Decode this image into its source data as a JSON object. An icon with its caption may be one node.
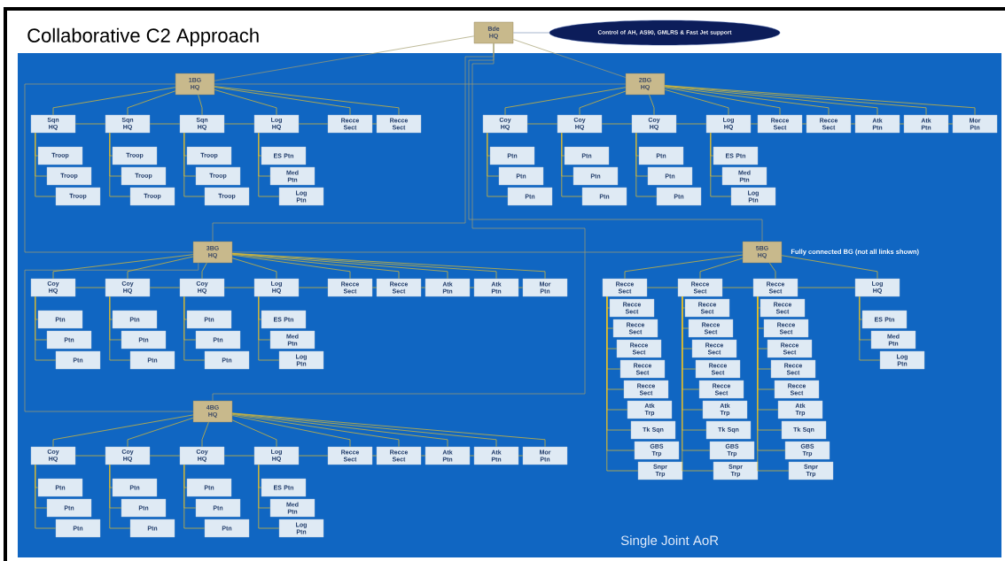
{
  "diagram": {
    "title": "Collaborative C2 Approach",
    "nodes": [
      {
        "text": [
          "Bde HQ"
        ]
      },
      {
        "text": [
          "Control of AH, AS90, GMLRS & Fast Jet support"
        ]
      },
      {
        "text": [
          "Single Joint AoR"
        ]
      },
      {
        "text": [
          "1BG HQ"
        ],
        "in": 2
      },
      {
        "text": [
          "Sqn HQ"
        ],
        "in": 2
      },
      {
        "text": [
          "Troop"
        ],
        "in": 2
      },
      {
        "text": [
          "Troop"
        ],
        "in": 2
      },
      {
        "text": [
          "Troop"
        ],
        "in": 2
      },
      {
        "text": [
          "Sqn HQ"
        ],
        "in": 2
      },
      {
        "text": [
          "Troop"
        ],
        "in": 2
      },
      {
        "text": [
          "Troop"
        ],
        "in": 2
      },
      {
        "text": [
          "Troop"
        ],
        "in": 2
      },
      {
        "text": [
          "Sqn HQ"
        ],
        "in": 2
      },
      {
        "text": [
          "Troop"
        ],
        "in": 2
      },
      {
        "text": [
          "Troop"
        ],
        "in": 2
      },
      {
        "text": [
          "Troop"
        ],
        "in": 2
      },
      {
        "text": [
          "Log HQ"
        ],
        "in": 2
      },
      {
        "text": [
          "ES Ptn"
        ],
        "in": 2
      },
      {
        "text": [
          "Med Ptn"
        ],
        "in": 2
      },
      {
        "text": [
          "Log Ptn"
        ],
        "in": 2
      },
      {
        "text": [
          "Recce Sect"
        ],
        "in": 2
      },
      {
        "text": [
          "Recce Sect"
        ],
        "in": 2
      },
      {
        "text": [
          "2BG HQ"
        ],
        "in": 2
      },
      {
        "text": [
          "Coy HQ"
        ],
        "in": 2
      },
      {
        "text": [
          "Ptn"
        ],
        "in": 2
      },
      {
        "text": [
          "Ptn"
        ],
        "in": 2
      },
      {
        "text": [
          "Ptn"
        ],
        "in": 2
      },
      {
        "text": [
          "Coy HQ"
        ],
        "in": 2
      },
      {
        "text": [
          "Ptn"
        ],
        "in": 2
      },
      {
        "text": [
          "Ptn"
        ],
        "in": 2
      },
      {
        "text": [
          "Ptn"
        ],
        "in": 2
      },
      {
        "text": [
          "Coy HQ"
        ],
        "in": 2
      },
      {
        "text": [
          "Ptn"
        ],
        "in": 2
      },
      {
        "text": [
          "Ptn"
        ],
        "in": 2
      },
      {
        "text": [
          "Ptn"
        ],
        "in": 2
      },
      {
        "text": [
          "Log HQ"
        ],
        "in": 2
      },
      {
        "text": [
          "ES Ptn"
        ],
        "in": 2
      },
      {
        "text": [
          "Med Ptn"
        ],
        "in": 2
      },
      {
        "text": [
          "Log Ptn"
        ],
        "in": 2
      },
      {
        "text": [
          "Recce Sect"
        ],
        "in": 2
      },
      {
        "text": [
          "Recce Sect"
        ],
        "in": 2
      },
      {
        "text": [
          "Atk Ptn"
        ],
        "in": 2
      },
      {
        "text": [
          "Atk Ptn"
        ],
        "in": 2
      },
      {
        "text": [
          "Mor Ptn"
        ],
        "in": 2
      },
      {
        "text": [
          "3BG HQ"
        ],
        "in": 2
      },
      {
        "text": [
          "Coy HQ"
        ],
        "in": 2
      },
      {
        "text": [
          "Ptn"
        ],
        "in": 2
      },
      {
        "text": [
          "Ptn"
        ],
        "in": 2
      },
      {
        "text": [
          "Ptn"
        ],
        "in": 2
      },
      {
        "text": [
          "Coy HQ"
        ],
        "in": 2
      },
      {
        "text": [
          "Ptn"
        ],
        "in": 2
      },
      {
        "text": [
          "Ptn"
        ],
        "in": 2
      },
      {
        "text": [
          "Ptn"
        ],
        "in": 2
      },
      {
        "text": [
          "Coy HQ"
        ],
        "in": 2
      },
      {
        "text": [
          "Ptn"
        ],
        "in": 2
      },
      {
        "text": [
          "Ptn"
        ],
        "in": 2
      },
      {
        "text": [
          "Ptn"
        ],
        "in": 2
      },
      {
        "text": [
          "Log HQ"
        ],
        "in": 2
      },
      {
        "text": [
          "ES Ptn"
        ],
        "in": 2
      },
      {
        "text": [
          "Med Ptn"
        ],
        "in": 2
      },
      {
        "text": [
          "Log Ptn"
        ],
        "in": 2
      },
      {
        "text": [
          "Recce Sect"
        ],
        "in": 2
      },
      {
        "text": [
          "Recce Sect"
        ],
        "in": 2
      },
      {
        "text": [
          "Atk Ptn"
        ],
        "in": 2
      },
      {
        "text": [
          "Atk Ptn"
        ],
        "in": 2
      },
      {
        "text": [
          "Mor Ptn"
        ],
        "in": 2
      },
      {
        "text": [
          "4BG HQ"
        ],
        "in": 2
      },
      {
        "text": [
          "Coy HQ"
        ],
        "in": 2
      },
      {
        "text": [
          "Ptn"
        ],
        "in": 2
      },
      {
        "text": [
          "Ptn"
        ],
        "in": 2
      },
      {
        "text": [
          "Ptn"
        ],
        "in": 2
      },
      {
        "text": [
          "Coy HQ"
        ],
        "in": 2
      },
      {
        "text": [
          "Ptn"
        ],
        "in": 2
      },
      {
        "text": [
          "Ptn"
        ],
        "in": 2
      },
      {
        "text": [
          "Ptn"
        ],
        "in": 2
      },
      {
        "text": [
          "Coy HQ"
        ],
        "in": 2
      },
      {
        "text": [
          "Ptn"
        ],
        "in": 2
      },
      {
        "text": [
          "Ptn"
        ],
        "in": 2
      },
      {
        "text": [
          "Ptn"
        ],
        "in": 2
      },
      {
        "text": [
          "Log HQ"
        ],
        "in": 2
      },
      {
        "text": [
          "ES Ptn"
        ],
        "in": 2
      },
      {
        "text": [
          "Med Ptn"
        ],
        "in": 2
      },
      {
        "text": [
          "Log Ptn"
        ],
        "in": 2
      },
      {
        "text": [
          "Recce Sect"
        ],
        "in": 2
      },
      {
        "text": [
          "Recce Sect"
        ],
        "in": 2
      },
      {
        "text": [
          "Atk Ptn"
        ],
        "in": 2
      },
      {
        "text": [
          "Atk Ptn"
        ],
        "in": 2
      },
      {
        "text": [
          "Mor Ptn"
        ],
        "in": 2
      },
      {
        "text": [
          "5BG HQ"
        ],
        "in": 2,
        "beside": [
          "Fully connected BG (not all links shown)"
        ]
      },
      {
        "text": [
          "Recce Sect"
        ],
        "in": 2
      },
      {
        "text": [
          "Recce Sect"
        ],
        "in": 2
      },
      {
        "text": [
          "Recce Sect"
        ],
        "in": 2
      },
      {
        "text": [
          "Recce Sect"
        ],
        "in": 2
      },
      {
        "text": [
          "Recce Sect"
        ],
        "in": 2
      },
      {
        "text": [
          "Recce Sect"
        ],
        "in": 2
      },
      {
        "text": [
          "Atk Trp"
        ],
        "in": 2
      },
      {
        "text": [
          "Tk Sqn"
        ],
        "in": 2
      },
      {
        "text": [
          "GBS Trp"
        ],
        "in": 2
      },
      {
        "text": [
          "Snpr Trp"
        ],
        "in": 2
      },
      {
        "text": [
          "Recce Sect"
        ],
        "in": 2
      },
      {
        "text": [
          "Recce Sect"
        ],
        "in": 2
      },
      {
        "text": [
          "Recce Sect"
        ],
        "in": 2
      },
      {
        "text": [
          "Recce Sect"
        ],
        "in": 2
      },
      {
        "text": [
          "Recce Sect"
        ],
        "in": 2
      },
      {
        "text": [
          "Recce Sect"
        ],
        "in": 2
      },
      {
        "text": [
          "Atk Trp"
        ],
        "in": 2
      },
      {
        "text": [
          "Tk Sqn"
        ],
        "in": 2
      },
      {
        "text": [
          "GBS Trp"
        ],
        "in": 2
      },
      {
        "text": [
          "Snpr Trp"
        ],
        "in": 2
      },
      {
        "text": [
          "Recce Sect"
        ],
        "in": 2
      },
      {
        "text": [
          "Recce Sect"
        ],
        "in": 2
      },
      {
        "text": [
          "Recce Sect"
        ],
        "in": 2
      },
      {
        "text": [
          "Recce Sect"
        ],
        "in": 2
      },
      {
        "text": [
          "Recce Sect"
        ],
        "in": 2
      },
      {
        "text": [
          "Recce Sect"
        ],
        "in": 2
      },
      {
        "text": [
          "Atk Trp"
        ],
        "in": 2
      },
      {
        "text": [
          "Tk Sqn"
        ],
        "in": 2
      },
      {
        "text": [
          "GBS Trp"
        ],
        "in": 2
      },
      {
        "text": [
          "Snpr Trp"
        ],
        "in": 2
      },
      {
        "text": [
          "Log HQ"
        ],
        "in": 2
      },
      {
        "text": [
          "ES Ptn"
        ],
        "in": 2
      },
      {
        "text": [
          "Med Ptn"
        ],
        "in": 2
      },
      {
        "text": [
          "Log Ptn"
        ],
        "in": 2
      }
    ],
    "edges": [
      {
        "from": 0,
        "to": 1,
        "arrow": "none",
        "color": "#7f95b8"
      },
      {
        "from": 0,
        "to": 3,
        "arrow": "none",
        "color": "#a39e6e"
      },
      {
        "from": 0,
        "to": 22,
        "arrow": "none",
        "color": "#a39e6e"
      },
      {
        "from": 0,
        "to": 44,
        "arrow": "none",
        "color": "#a39e6e"
      },
      {
        "from": 0,
        "to": 88,
        "arrow": "none",
        "color": "#a39e6e"
      },
      {
        "from": 0,
        "to": 66,
        "arrow": "none",
        "color": "#a39e6e"
      },
      {
        "from": 3,
        "to": 22,
        "arrow": "none",
        "color": "#a39e6e"
      },
      {
        "from": 44,
        "to": 88,
        "arrow": "none",
        "color": "#a39e6e"
      },
      {
        "from": 3,
        "to": 44,
        "arrow": "none",
        "color": "#a39e6e"
      },
      {
        "from": 44,
        "to": 66,
        "arrow": "none",
        "color": "#a39e6e"
      },
      {
        "from": 3,
        "to": 4,
        "arrow": "none"
      },
      {
        "from": 3,
        "to": 8,
        "arrow": "none"
      },
      {
        "from": 3,
        "to": 12,
        "arrow": "none"
      },
      {
        "from": 3,
        "to": 16,
        "arrow": "none"
      },
      {
        "from": 3,
        "to": 20,
        "arrow": "none"
      },
      {
        "from": 3,
        "to": 21,
        "arrow": "none"
      },
      {
        "from": 4,
        "to": 8,
        "arrow": "none"
      },
      {
        "from": 8,
        "to": 12,
        "arrow": "none"
      },
      {
        "from": 12,
        "to": 16,
        "arrow": "none"
      },
      {
        "from": 16,
        "to": 20,
        "arrow": "none"
      },
      {
        "from": 20,
        "to": 21,
        "arrow": "none"
      },
      {
        "from": 4,
        "to": 5,
        "arrow": "none"
      },
      {
        "from": 4,
        "to": 6,
        "arrow": "none"
      },
      {
        "from": 4,
        "to": 7,
        "arrow": "none"
      },
      {
        "from": 8,
        "to": 9,
        "arrow": "none"
      },
      {
        "from": 8,
        "to": 10,
        "arrow": "none"
      },
      {
        "from": 8,
        "to": 11,
        "arrow": "none"
      },
      {
        "from": 12,
        "to": 13,
        "arrow": "none"
      },
      {
        "from": 12,
        "to": 14,
        "arrow": "none"
      },
      {
        "from": 12,
        "to": 15,
        "arrow": "none"
      },
      {
        "from": 16,
        "to": 17,
        "arrow": "none"
      },
      {
        "from": 16,
        "to": 18,
        "arrow": "none"
      },
      {
        "from": 16,
        "to": 19,
        "arrow": "none"
      },
      {
        "from": 22,
        "to": 23,
        "arrow": "none"
      },
      {
        "from": 22,
        "to": 27,
        "arrow": "none"
      },
      {
        "from": 22,
        "to": 31,
        "arrow": "none"
      },
      {
        "from": 22,
        "to": 35,
        "arrow": "none"
      },
      {
        "from": 22,
        "to": 39,
        "arrow": "none"
      },
      {
        "from": 22,
        "to": 40,
        "arrow": "none"
      },
      {
        "from": 22,
        "to": 41,
        "arrow": "none"
      },
      {
        "from": 22,
        "to": 42,
        "arrow": "none"
      },
      {
        "from": 22,
        "to": 43,
        "arrow": "none"
      },
      {
        "from": 23,
        "to": 27,
        "arrow": "none"
      },
      {
        "from": 27,
        "to": 31,
        "arrow": "none"
      },
      {
        "from": 31,
        "to": 35,
        "arrow": "none"
      },
      {
        "from": 35,
        "to": 39,
        "arrow": "none"
      },
      {
        "from": 39,
        "to": 40,
        "arrow": "none"
      },
      {
        "from": 40,
        "to": 41,
        "arrow": "none"
      },
      {
        "from": 41,
        "to": 42,
        "arrow": "none"
      },
      {
        "from": 42,
        "to": 43,
        "arrow": "none"
      },
      {
        "from": 23,
        "to": 24,
        "arrow": "none"
      },
      {
        "from": 23,
        "to": 25,
        "arrow": "none"
      },
      {
        "from": 23,
        "to": 26,
        "arrow": "none"
      },
      {
        "from": 27,
        "to": 28,
        "arrow": "none"
      },
      {
        "from": 27,
        "to": 29,
        "arrow": "none"
      },
      {
        "from": 27,
        "to": 30,
        "arrow": "none"
      },
      {
        "from": 31,
        "to": 32,
        "arrow": "none"
      },
      {
        "from": 31,
        "to": 33,
        "arrow": "none"
      },
      {
        "from": 31,
        "to": 34,
        "arrow": "none"
      },
      {
        "from": 35,
        "to": 36,
        "arrow": "none"
      },
      {
        "from": 35,
        "to": 37,
        "arrow": "none"
      },
      {
        "from": 35,
        "to": 38,
        "arrow": "none"
      },
      {
        "from": 44,
        "to": 45,
        "arrow": "none"
      },
      {
        "from": 44,
        "to": 49,
        "arrow": "none"
      },
      {
        "from": 44,
        "to": 53,
        "arrow": "none"
      },
      {
        "from": 44,
        "to": 57,
        "arrow": "none"
      },
      {
        "from": 44,
        "to": 61,
        "arrow": "none"
      },
      {
        "from": 44,
        "to": 62,
        "arrow": "none"
      },
      {
        "from": 44,
        "to": 63,
        "arrow": "none"
      },
      {
        "from": 44,
        "to": 64,
        "arrow": "none"
      },
      {
        "from": 44,
        "to": 65,
        "arrow": "none"
      },
      {
        "from": 45,
        "to": 49,
        "arrow": "none"
      },
      {
        "from": 49,
        "to": 53,
        "arrow": "none"
      },
      {
        "from": 53,
        "to": 57,
        "arrow": "none"
      },
      {
        "from": 57,
        "to": 61,
        "arrow": "none"
      },
      {
        "from": 61,
        "to": 62,
        "arrow": "none"
      },
      {
        "from": 62,
        "to": 63,
        "arrow": "none"
      },
      {
        "from": 63,
        "to": 64,
        "arrow": "none"
      },
      {
        "from": 64,
        "to": 65,
        "arrow": "none"
      },
      {
        "from": 45,
        "to": 46,
        "arrow": "none"
      },
      {
        "from": 45,
        "to": 47,
        "arrow": "none"
      },
      {
        "from": 45,
        "to": 48,
        "arrow": "none"
      },
      {
        "from": 49,
        "to": 50,
        "arrow": "none"
      },
      {
        "from": 49,
        "to": 51,
        "arrow": "none"
      },
      {
        "from": 49,
        "to": 52,
        "arrow": "none"
      },
      {
        "from": 53,
        "to": 54,
        "arrow": "none"
      },
      {
        "from": 53,
        "to": 55,
        "arrow": "none"
      },
      {
        "from": 53,
        "to": 56,
        "arrow": "none"
      },
      {
        "from": 57,
        "to": 58,
        "arrow": "none"
      },
      {
        "from": 57,
        "to": 59,
        "arrow": "none"
      },
      {
        "from": 57,
        "to": 60,
        "arrow": "none"
      },
      {
        "from": 66,
        "to": 67,
        "arrow": "none"
      },
      {
        "from": 66,
        "to": 71,
        "arrow": "none"
      },
      {
        "from": 66,
        "to": 75,
        "arrow": "none"
      },
      {
        "from": 66,
        "to": 79,
        "arrow": "none"
      },
      {
        "from": 66,
        "to": 83,
        "arrow": "none"
      },
      {
        "from": 66,
        "to": 84,
        "arrow": "none"
      },
      {
        "from": 66,
        "to": 85,
        "arrow": "none"
      },
      {
        "from": 66,
        "to": 86,
        "arrow": "none"
      },
      {
        "from": 66,
        "to": 87,
        "arrow": "none"
      },
      {
        "from": 67,
        "to": 71,
        "arrow": "none"
      },
      {
        "from": 71,
        "to": 75,
        "arrow": "none"
      },
      {
        "from": 75,
        "to": 79,
        "arrow": "none"
      },
      {
        "from": 79,
        "to": 83,
        "arrow": "none"
      },
      {
        "from": 83,
        "to": 84,
        "arrow": "none"
      },
      {
        "from": 84,
        "to": 85,
        "arrow": "none"
      },
      {
        "from": 85,
        "to": 86,
        "arrow": "none"
      },
      {
        "from": 86,
        "to": 87,
        "arrow": "none"
      },
      {
        "from": 67,
        "to": 68,
        "arrow": "none"
      },
      {
        "from": 67,
        "to": 69,
        "arrow": "none"
      },
      {
        "from": 67,
        "to": 70,
        "arrow": "none"
      },
      {
        "from": 71,
        "to": 72,
        "arrow": "none"
      },
      {
        "from": 71,
        "to": 73,
        "arrow": "none"
      },
      {
        "from": 71,
        "to": 74,
        "arrow": "none"
      },
      {
        "from": 75,
        "to": 76,
        "arrow": "none"
      },
      {
        "from": 75,
        "to": 77,
        "arrow": "none"
      },
      {
        "from": 75,
        "to": 78,
        "arrow": "none"
      },
      {
        "from": 79,
        "to": 80,
        "arrow": "none"
      },
      {
        "from": 79,
        "to": 81,
        "arrow": "none"
      },
      {
        "from": 79,
        "to": 82,
        "arrow": "none"
      },
      {
        "from": 88,
        "to": 89,
        "arrow": "none"
      },
      {
        "from": 88,
        "to": 99,
        "arrow": "none"
      },
      {
        "from": 88,
        "to": 109,
        "arrow": "none"
      },
      {
        "from": 88,
        "to": 119,
        "arrow": "none"
      },
      {
        "from": 89,
        "to": 99,
        "arrow": "none"
      },
      {
        "from": 99,
        "to": 109,
        "arrow": "none"
      },
      {
        "from": 109,
        "to": 119,
        "arrow": "none"
      },
      {
        "from": 89,
        "to": 90,
        "arrow": "none"
      },
      {
        "from": 89,
        "to": 91,
        "arrow": "none"
      },
      {
        "from": 89,
        "to": 92,
        "arrow": "none"
      },
      {
        "from": 89,
        "to": 93,
        "arrow": "none"
      },
      {
        "from": 89,
        "to": 94,
        "arrow": "none"
      },
      {
        "from": 89,
        "to": 95,
        "arrow": "none"
      },
      {
        "from": 89,
        "to": 96,
        "arrow": "none"
      },
      {
        "from": 89,
        "to": 97,
        "arrow": "none"
      },
      {
        "from": 89,
        "to": 98,
        "arrow": "none"
      },
      {
        "from": 99,
        "to": 100,
        "arrow": "none"
      },
      {
        "from": 99,
        "to": 101,
        "arrow": "none"
      },
      {
        "from": 99,
        "to": 102,
        "arrow": "none"
      },
      {
        "from": 99,
        "to": 103,
        "arrow": "none"
      },
      {
        "from": 99,
        "to": 104,
        "arrow": "none"
      },
      {
        "from": 99,
        "to": 105,
        "arrow": "none"
      },
      {
        "from": 99,
        "to": 106,
        "arrow": "none"
      },
      {
        "from": 99,
        "to": 107,
        "arrow": "none"
      },
      {
        "from": 99,
        "to": 108,
        "arrow": "none"
      },
      {
        "from": 109,
        "to": 110,
        "arrow": "none"
      },
      {
        "from": 109,
        "to": 111,
        "arrow": "none"
      },
      {
        "from": 109,
        "to": 112,
        "arrow": "none"
      },
      {
        "from": 109,
        "to": 113,
        "arrow": "none"
      },
      {
        "from": 109,
        "to": 114,
        "arrow": "none"
      },
      {
        "from": 109,
        "to": 115,
        "arrow": "none"
      },
      {
        "from": 109,
        "to": 116,
        "arrow": "none"
      },
      {
        "from": 109,
        "to": 117,
        "arrow": "none"
      },
      {
        "from": 109,
        "to": 118,
        "arrow": "none"
      },
      {
        "from": 119,
        "to": 120,
        "arrow": "none"
      },
      {
        "from": 119,
        "to": 121,
        "arrow": "none"
      },
      {
        "from": 119,
        "to": 122,
        "arrow": "none"
      }
    ]
  }
}
